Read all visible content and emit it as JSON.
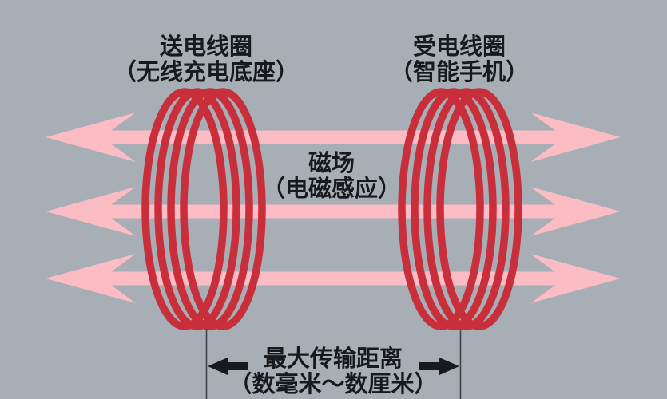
{
  "labels": {
    "transmit_coil": {
      "line1": "送电线圈",
      "line2": "（无线充电底座）"
    },
    "receive_coil": {
      "line1": "受电线圈",
      "line2": "（智能手机）"
    },
    "field": {
      "line1": "磁场",
      "line2": "（电磁感应）"
    },
    "distance": {
      "line1": "最大传输距离",
      "line2": "（数毫米～数厘米）"
    }
  },
  "colors": {
    "background": "#a8aeb6",
    "field_line_pink": "#fbbcc3",
    "coil_red": "#c82f3a",
    "text_black": "#17191c",
    "marker_black": "#17191c",
    "boundary_line": "#41464d"
  }
}
